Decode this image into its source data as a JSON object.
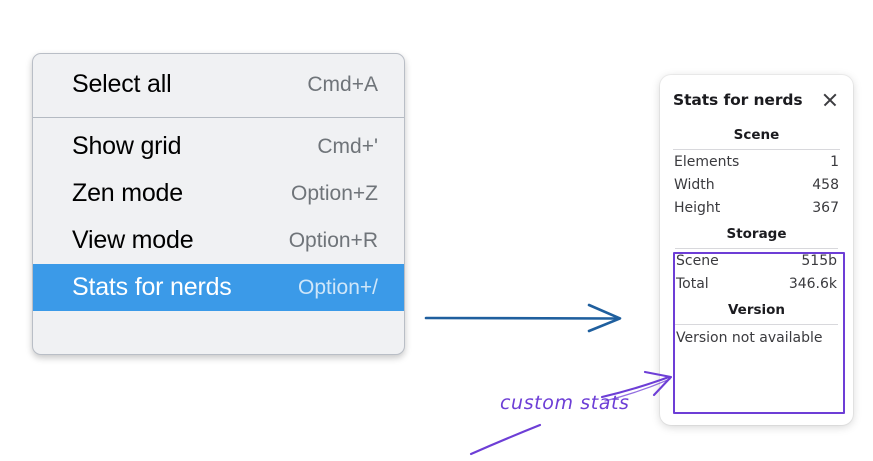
{
  "canvas": {
    "background": "#ffffff",
    "accent_blue": "#3b9ae8",
    "arrow_blue": "#1f5f9e",
    "annotation_purple": "#6d3ed6"
  },
  "context_menu": {
    "groups": [
      {
        "items": [
          {
            "label": "Select all",
            "shortcut": "Cmd+A",
            "selected": false
          }
        ]
      },
      {
        "items": [
          {
            "label": "Show grid",
            "shortcut": "Cmd+'",
            "selected": false
          },
          {
            "label": "Zen mode",
            "shortcut": "Option+Z",
            "selected": false
          },
          {
            "label": "View mode",
            "shortcut": "Option+R",
            "selected": false
          },
          {
            "label": "Stats for nerds",
            "shortcut": "Option+/",
            "selected": true
          }
        ]
      }
    ]
  },
  "stats_panel": {
    "title": "Stats for nerds",
    "close_icon": "close-icon",
    "scene": {
      "heading": "Scene",
      "rows": [
        {
          "label": "Elements",
          "value": "1"
        },
        {
          "label": "Width",
          "value": "458"
        },
        {
          "label": "Height",
          "value": "367"
        }
      ]
    },
    "storage": {
      "heading": "Storage",
      "rows": [
        {
          "label": "Scene",
          "value": "515b"
        },
        {
          "label": "Total",
          "value": "346.6k"
        }
      ]
    },
    "version": {
      "heading": "Version",
      "text": "Version not available"
    }
  },
  "annotations": {
    "custom_stats_label": "custom stats",
    "flow_arrow": "arrow-right-icon",
    "pointer_arrow": "arrow-up-right-icon"
  }
}
